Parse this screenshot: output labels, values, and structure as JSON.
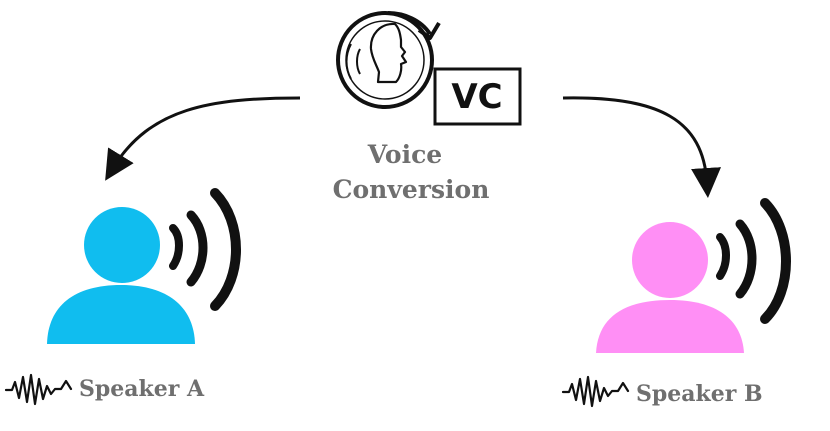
{
  "center": {
    "badge": "VC",
    "title_line1": "Voice",
    "title_line2": "Conversion",
    "icon": "speaking-head-refresh-icon"
  },
  "speaker_a": {
    "label": "Speaker A",
    "color": "#10bdef",
    "icon": "user-speaking-icon"
  },
  "speaker_b": {
    "label": "Speaker B",
    "color": "#ff8ff5",
    "icon": "user-speaking-icon"
  },
  "colors": {
    "text": "#6f6f6f",
    "line": "#111111"
  }
}
